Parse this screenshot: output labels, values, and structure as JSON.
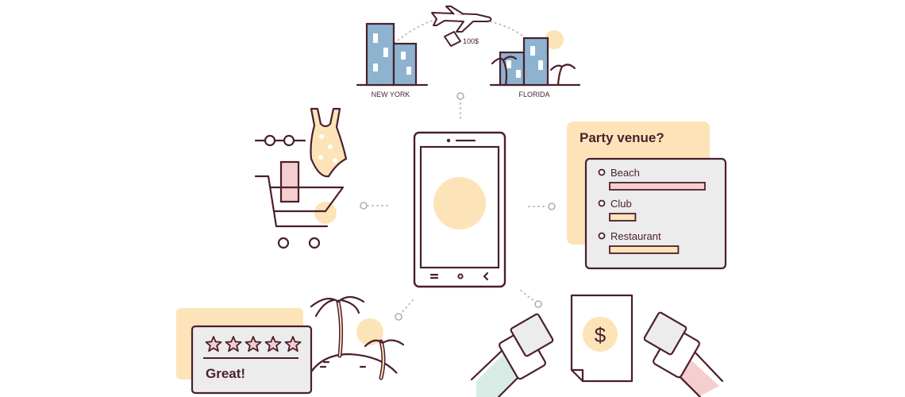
{
  "cities": {
    "origin": "NEW YORK",
    "destination": "FLORIDA",
    "ticket_price": "100$"
  },
  "poll": {
    "question": "Party venue?",
    "options": [
      {
        "label": "Beach",
        "share": 1.0
      },
      {
        "label": "Club",
        "share": 0.27
      },
      {
        "label": "Restaurant",
        "share": 0.72
      }
    ]
  },
  "review": {
    "rating": 5,
    "max": 5,
    "text": "Great!"
  },
  "payment": {
    "currency_symbol": "$"
  },
  "colors": {
    "ink": "#4a1f2c",
    "building_blue": "#8db3cf",
    "accent_peach": "#fde3b8",
    "bar_pink": "#f5cfd0",
    "bar_peach": "#fde3b8",
    "panel_gray": "#ececec",
    "circle_fill": "#fde3b8"
  }
}
